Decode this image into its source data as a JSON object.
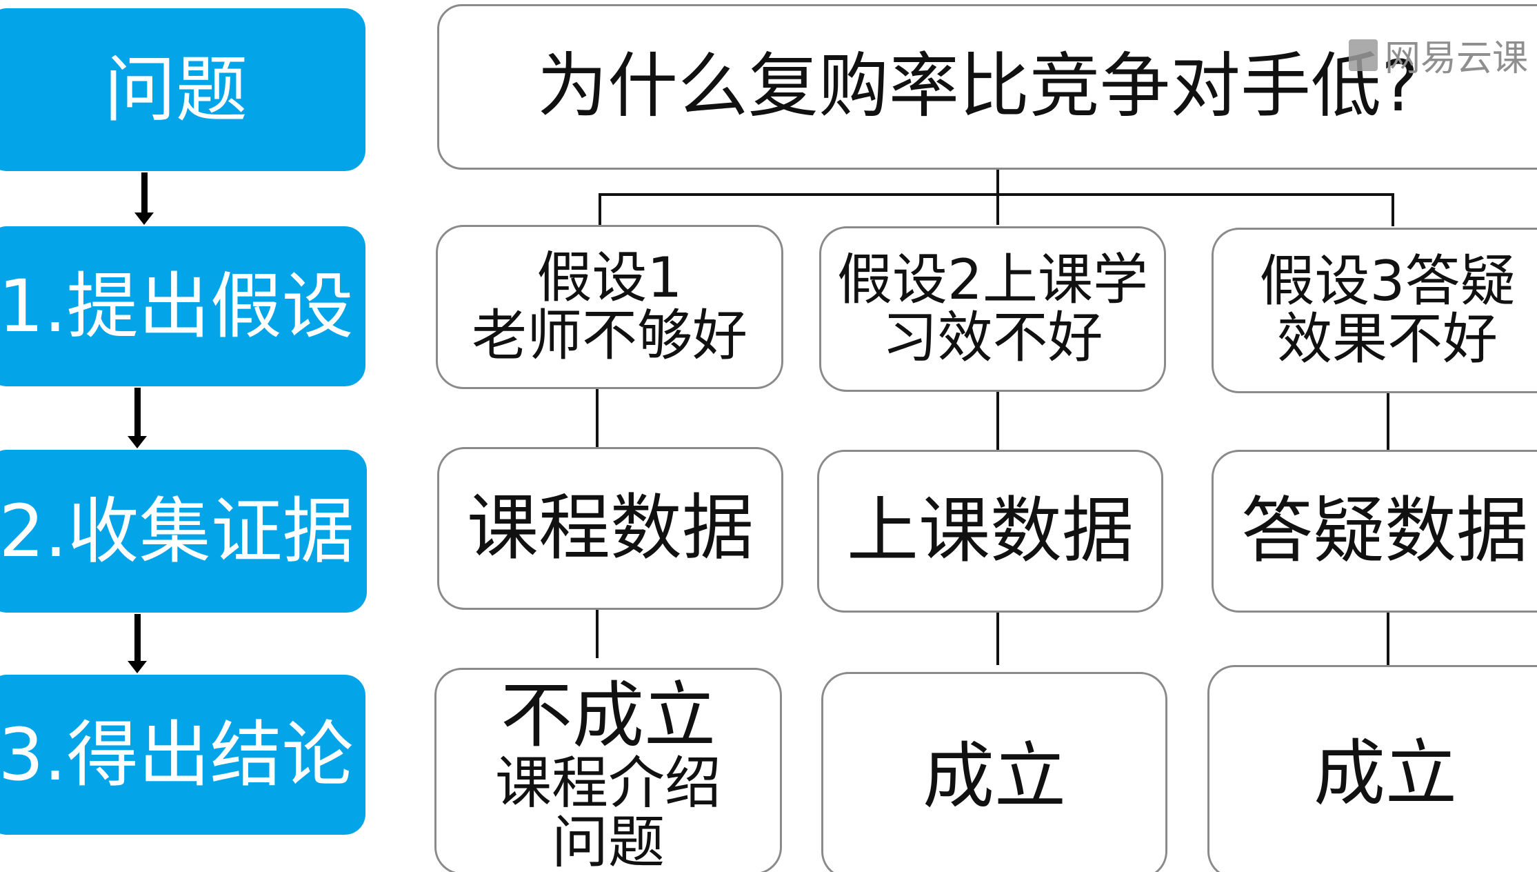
{
  "steps": {
    "problem": "问题",
    "hypothesis": "1.提出假设",
    "evidence": "2.收集证据",
    "conclusion": "3.得出结论"
  },
  "question": "为什么复购率比竞争对手低?",
  "hypotheses": [
    {
      "line1": "假设1",
      "line2": "老师不够好"
    },
    {
      "line1": "假设2上课学",
      "line2": "习效不好"
    },
    {
      "line1": "假设3答疑",
      "line2": "效果不好"
    }
  ],
  "evidence": [
    "课程数据",
    "上课数据",
    "答疑数据"
  ],
  "conclusions": [
    {
      "main": "不成立",
      "detail1": "课程介绍",
      "detail2": "问题"
    },
    {
      "main": "成立"
    },
    {
      "main": "成立"
    }
  ],
  "watermark": "网易云课",
  "colors": {
    "step_fill": "#04a4e8",
    "box_border": "#8a8a8a",
    "connector": "#111111"
  }
}
